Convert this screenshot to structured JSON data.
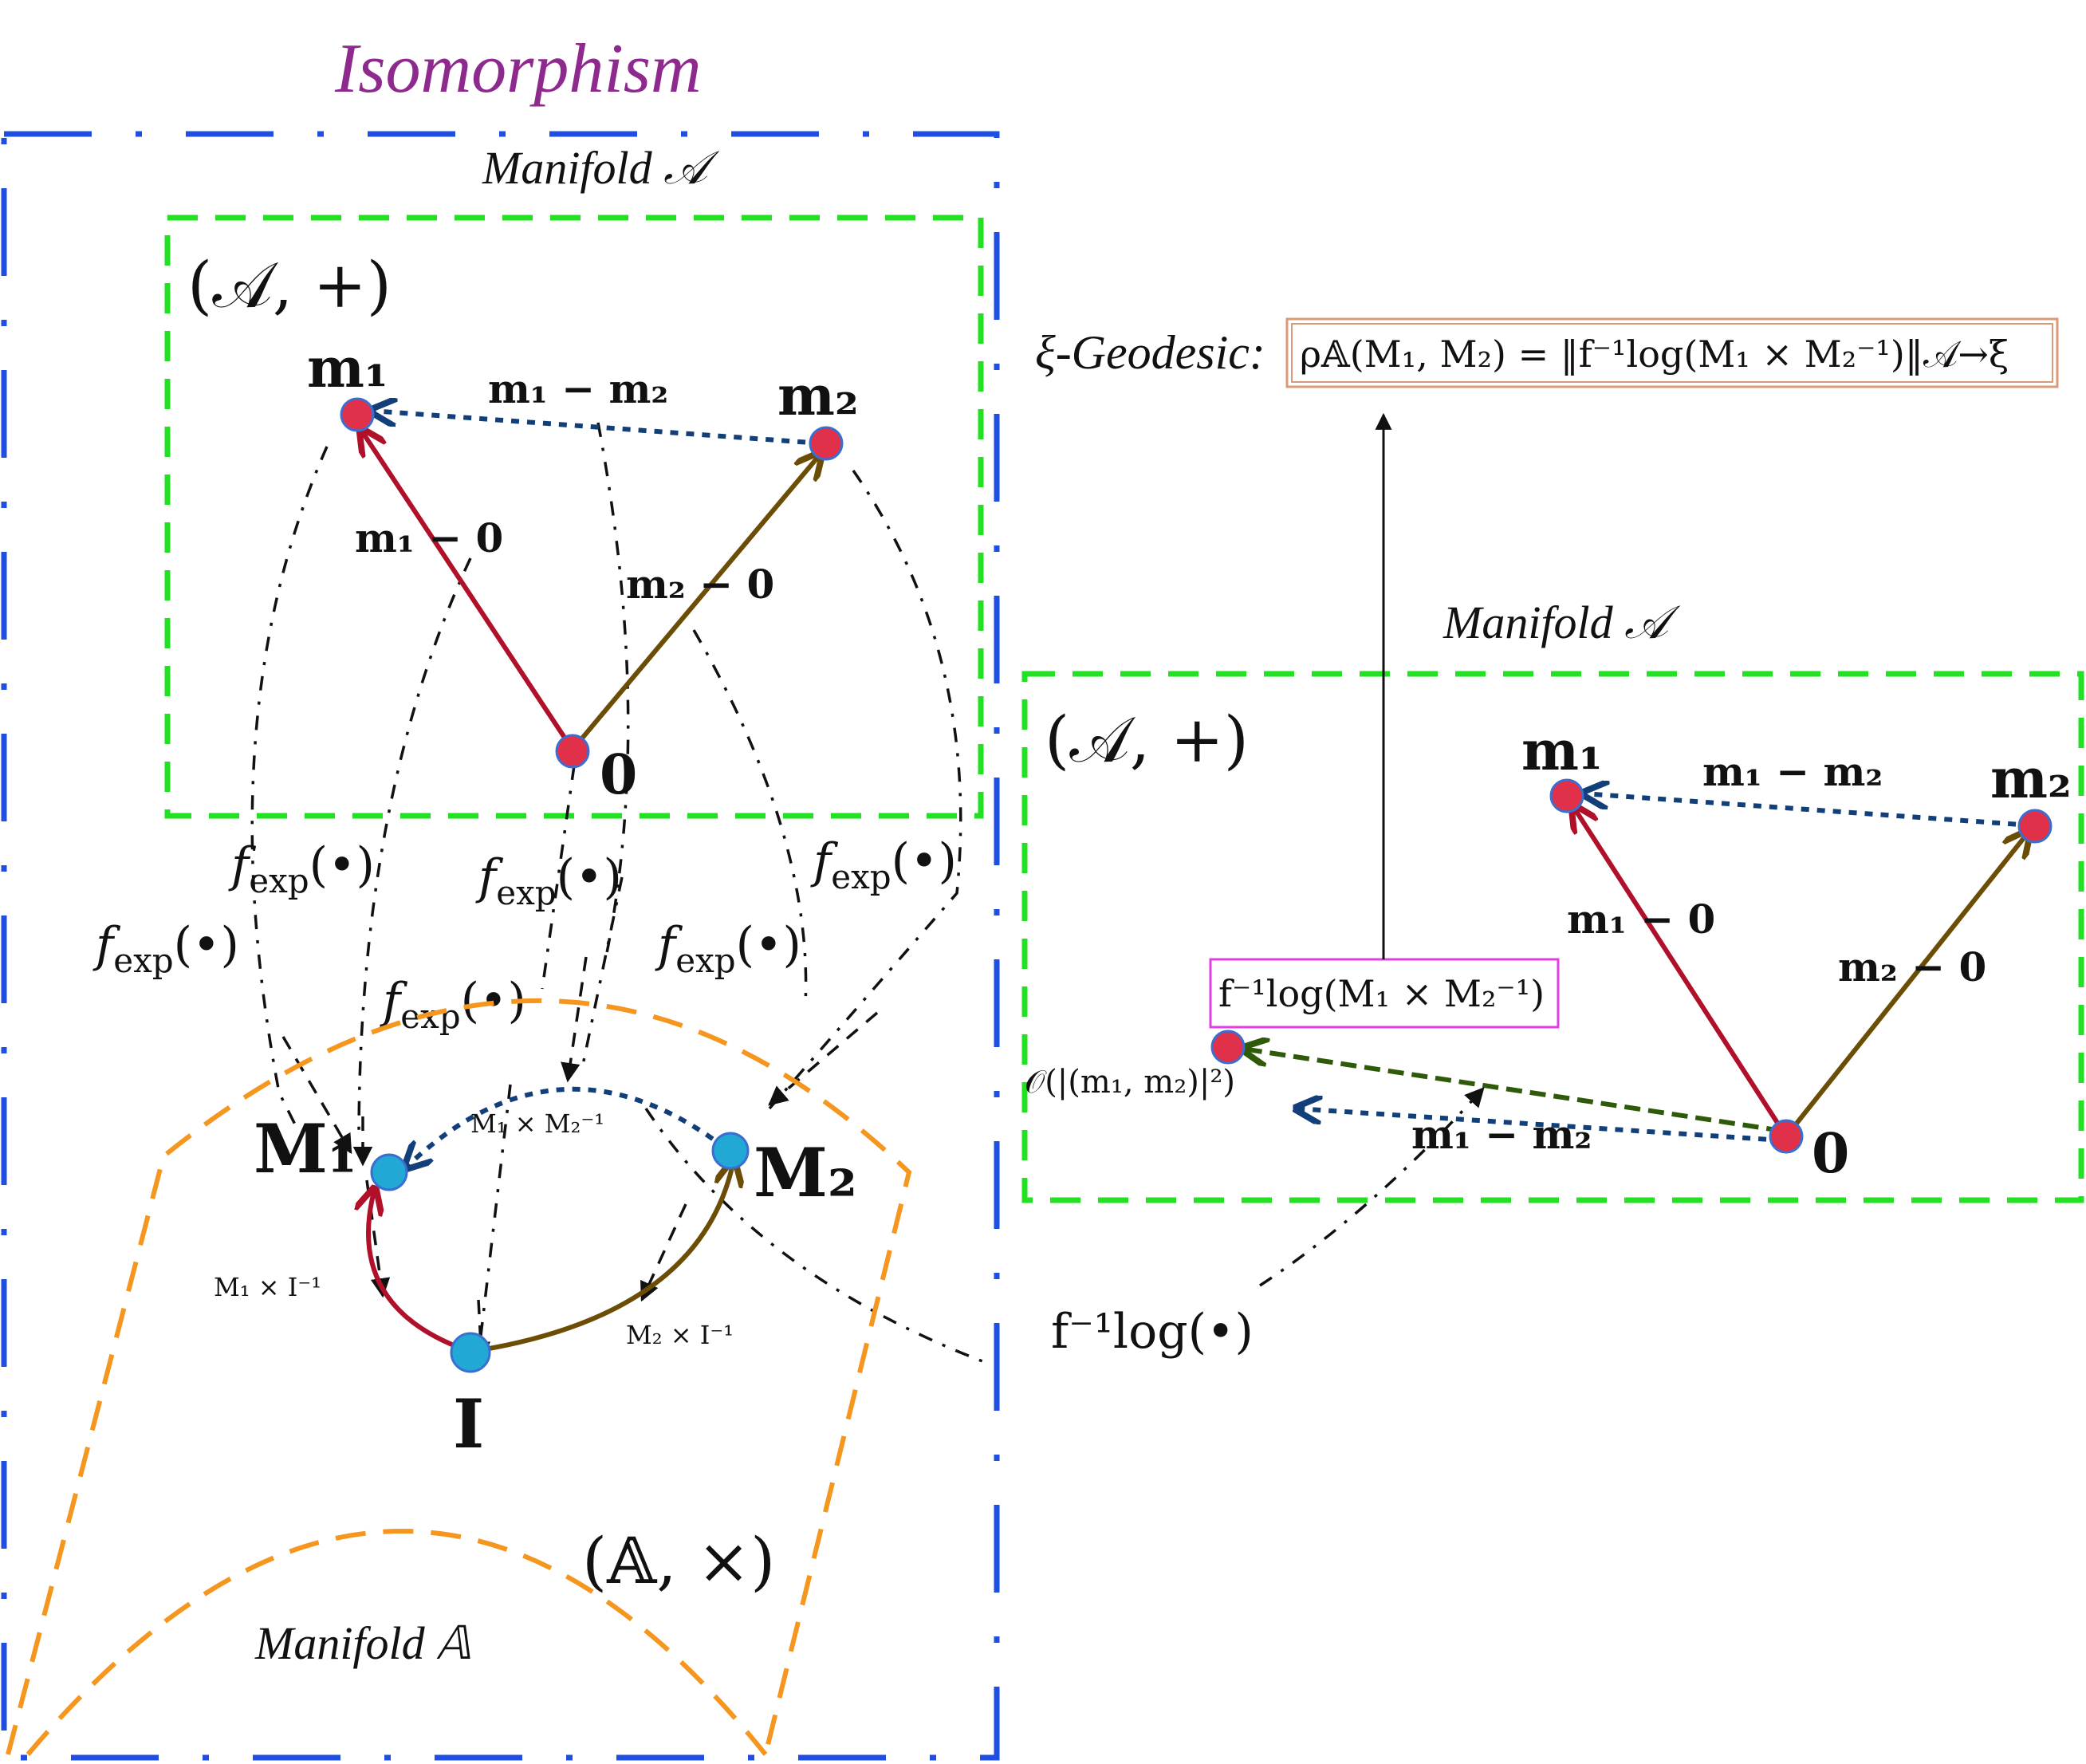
{
  "title": "Isomorphism",
  "colors": {
    "outer_frame": "#1f4fe0",
    "tangent_frame": "#22e022",
    "manifold_curve": "#f5961e",
    "red_vector": "#b0102a",
    "brown_vector": "#6b4d06",
    "blue_dotted": "#123f7a",
    "green_dashed": "#2e5a0a",
    "red_node": "#e0304a",
    "cyan_node": "#22a8d4",
    "geodesic_box": "#d99a7a",
    "flog_box": "#e040e0"
  },
  "left": {
    "manifold_label": "Manifold 𝒜",
    "group_label": "(𝒜, +)",
    "m1": "m₁",
    "m2": "m₂",
    "zero": "0",
    "m1_minus_m2": "m₁ − m₂",
    "m1_minus_0": "m₁ − 0",
    "m2_minus_0": "m₂ − 0",
    "fexp": "exp",
    "fexp_arg": "(•)",
    "f": "f",
    "M1": "M₁",
    "M2": "M₂",
    "I": "I",
    "M1xM2inv": "M₁ × M₂⁻¹",
    "M1xIinv": "M₁ × I⁻¹",
    "M2xIinv": "M₂ × I⁻¹",
    "lie_group_label": "(𝔸, ×)",
    "lie_manifold_label": "Manifold 𝔸"
  },
  "right": {
    "manifold_label": "Manifold 𝒜",
    "group_label": "(𝒜, +)",
    "m1": "m₁",
    "m2": "m₂",
    "zero": "0",
    "m1_minus_m2_top": "m₁ − m₂",
    "m1_minus_0": "m₁ − 0",
    "m2_minus_0": "m₂ − 0",
    "m1_minus_m2_bottom": "m₁ − m₂",
    "flog_box": "f⁻¹log(M₁ × M₂⁻¹)",
    "order_label": "𝒪(|(m₁, m₂)|²)",
    "flog_label": "f⁻¹log(•)"
  },
  "geodesic": {
    "prefix": "ξ-Geodesic:",
    "formula": "ρ𝔸(M₁, M₂) = ‖f⁻¹log(M₁ × M₂⁻¹)‖𝒜→ξ"
  }
}
